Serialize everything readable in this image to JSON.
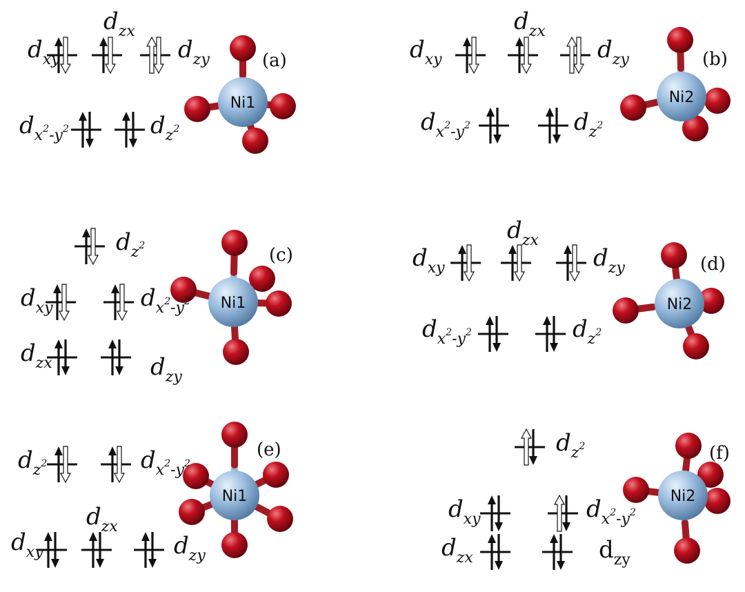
{
  "colors": {
    "ni": "#8eb3d6",
    "ni_dark": "#5d86ae",
    "o": "#b20e1c",
    "o_dark": "#6a0610",
    "bond": "#9ebcd6",
    "bond_o": "#a01c24",
    "ink": "#111111"
  },
  "panels": [
    {
      "label": "(a)",
      "atom": "Ni1",
      "levels": [
        {
          "name": "xy",
          "up": "filled",
          "down": "hollow",
          "text": {
            "base": "d",
            "sub": "xy",
            "exp": "",
            "side": "left"
          }
        },
        {
          "name": "zx",
          "up": "filled",
          "down": "hollow",
          "text": {
            "base": "d",
            "sub": "zx",
            "exp": "",
            "side": "above"
          }
        },
        {
          "name": "zy",
          "up": "hollow",
          "down": "hollow",
          "text": {
            "base": "d",
            "sub": "zy",
            "exp": "",
            "side": "right"
          }
        },
        {
          "name": "x2y2",
          "up": "filled",
          "down": "filled",
          "text": {
            "base": "d",
            "sub": "x",
            "exp": "2",
            "sub2": "-y",
            "exp2": "2",
            "side": "left"
          }
        },
        {
          "name": "z2",
          "up": "filled",
          "down": "filled",
          "text": {
            "base": "d",
            "sub": "z",
            "exp": "2",
            "side": "right"
          }
        }
      ]
    },
    {
      "label": "(b)",
      "atom": "Ni2",
      "levels": [
        {
          "name": "xy",
          "up": "filled",
          "down": "hollow",
          "text": {
            "base": "d",
            "sub": "xy",
            "exp": "",
            "side": "left"
          }
        },
        {
          "name": "zx",
          "up": "filled",
          "down": "hollow",
          "text": {
            "base": "d",
            "sub": "zx",
            "exp": "",
            "side": "above"
          }
        },
        {
          "name": "zy",
          "up": "hollow",
          "down": "hollow",
          "text": {
            "base": "d",
            "sub": "zy",
            "exp": "",
            "side": "right"
          }
        },
        {
          "name": "x2y2",
          "up": "filled",
          "down": "filled",
          "text": {
            "base": "d",
            "sub": "x",
            "exp": "2",
            "sub2": "-y",
            "exp2": "2",
            "side": "left"
          }
        },
        {
          "name": "z2",
          "up": "filled",
          "down": "filled",
          "text": {
            "base": "d",
            "sub": "z",
            "exp": "2",
            "side": "right"
          }
        }
      ]
    },
    {
      "label": "(c)",
      "atom": "Ni1",
      "levels": [
        {
          "name": "z2",
          "up": "filled",
          "down": "hollow",
          "text": {
            "base": "d",
            "sub": "z",
            "exp": "2",
            "side": "right"
          }
        },
        {
          "name": "xy",
          "up": "filled",
          "down": "hollow",
          "text": {
            "base": "d",
            "sub": "xy",
            "exp": "",
            "side": "left"
          }
        },
        {
          "name": "x2y2",
          "up": "filled",
          "down": "hollow",
          "text": {
            "base": "d",
            "sub": "x",
            "exp": "2",
            "sub2": "-y",
            "exp2": "2",
            "side": "right"
          }
        },
        {
          "name": "zx",
          "up": "filled",
          "down": "filled",
          "text": {
            "base": "d",
            "sub": "zx",
            "exp": "",
            "side": "left"
          }
        },
        {
          "name": "zy",
          "up": "filled",
          "down": "filled",
          "text": {
            "base": "d",
            "sub": "zy",
            "exp": "",
            "side": "right"
          }
        }
      ]
    },
    {
      "label": "(d)",
      "atom": "Ni2",
      "levels": [
        {
          "name": "xy",
          "up": "filled",
          "down": "hollow",
          "text": {
            "base": "d",
            "sub": "xy",
            "exp": "",
            "side": "left"
          }
        },
        {
          "name": "zx",
          "up": "filled",
          "down": "hollow",
          "text": {
            "base": "d",
            "sub": "zx",
            "exp": "",
            "side": "above"
          }
        },
        {
          "name": "zy",
          "up": "filled",
          "down": "hollow",
          "text": {
            "base": "d",
            "sub": "zy",
            "exp": "",
            "side": "right"
          }
        },
        {
          "name": "x2y2",
          "up": "filled",
          "down": "filled",
          "text": {
            "base": "d",
            "sub": "x",
            "exp": "2",
            "sub2": "-y",
            "exp2": "2",
            "side": "left"
          }
        },
        {
          "name": "z2",
          "up": "filled",
          "down": "filled",
          "text": {
            "base": "d",
            "sub": "z",
            "exp": "2",
            "side": "right"
          }
        }
      ]
    },
    {
      "label": "(e)",
      "atom": "Ni1",
      "levels": [
        {
          "name": "z2",
          "up": "filled",
          "down": "hollow",
          "text": {
            "base": "d",
            "sub": "z",
            "exp": "2",
            "side": "left"
          }
        },
        {
          "name": "x2y2",
          "up": "filled",
          "down": "hollow",
          "text": {
            "base": "d",
            "sub": "x",
            "exp": "2",
            "sub2": "-y",
            "exp2": "2",
            "side": "right"
          }
        },
        {
          "name": "xy",
          "up": "filled",
          "down": "filled",
          "text": {
            "base": "d",
            "sub": "xy",
            "exp": "",
            "side": "left"
          }
        },
        {
          "name": "zx",
          "up": "filled",
          "down": "filled",
          "text": {
            "base": "d",
            "sub": "zx",
            "exp": "",
            "side": "above"
          }
        },
        {
          "name": "zy",
          "up": "filled",
          "down": "filled",
          "text": {
            "base": "d",
            "sub": "zy",
            "exp": "",
            "side": "right"
          }
        }
      ]
    },
    {
      "label": "(f)",
      "atom": "Ni2",
      "levels": [
        {
          "name": "z2",
          "up": "hollow",
          "down": "filled",
          "text": {
            "base": "d",
            "sub": "z",
            "exp": "2",
            "side": "right"
          }
        },
        {
          "name": "xy",
          "up": "filled",
          "down": "filled",
          "text": {
            "base": "d",
            "sub": "xy",
            "exp": "",
            "side": "left"
          }
        },
        {
          "name": "x2y2",
          "up": "hollow",
          "down": "filled",
          "text": {
            "base": "d",
            "sub": "x",
            "exp": "2",
            "sub2": "-y",
            "exp2": "2",
            "side": "right"
          }
        },
        {
          "name": "zx",
          "up": "filled",
          "down": "filled",
          "text": {
            "base": "d",
            "sub": "zx",
            "exp": "",
            "side": "left"
          }
        },
        {
          "name": "zy",
          "up": "filled",
          "down": "filled",
          "text": {
            "base": "d",
            "sub": "zy",
            "exp": "",
            "side": "right",
            "plain": true
          }
        }
      ]
    }
  ]
}
